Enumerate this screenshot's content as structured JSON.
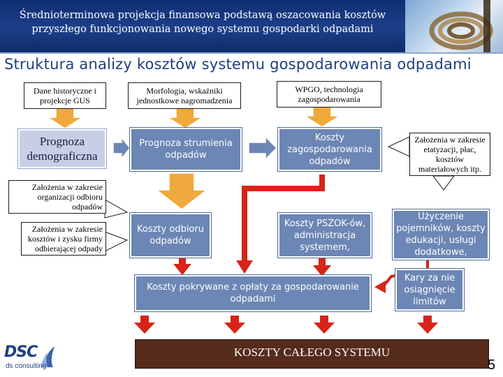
{
  "header": {
    "title_line1": "Średnioterminowa projekcja finansowa podstawą oszacowania kosztów",
    "title_line2": "przyszłego funkcjonowania nowego systemu gospodarki odpadami"
  },
  "main_title": "Struktura analizy kosztów systemu gospodarowania odpadami",
  "inputs": {
    "historical_data": "Dane historyczne i projekcje GUS",
    "morphology": "Morfologia, wskaźniki jednostkowe nagromadzenia",
    "wpgo": "WPGO, technologia zagospodarowania"
  },
  "flow": {
    "demographic": "Prognoza demograficzna",
    "waste_stream": "Prognoza strumienia odpadów",
    "management_costs": "Koszty zagospodarowania odpadów",
    "collection_costs": "Koszty odbioru odpadów",
    "pszok_costs": "Koszty PSZOK-ów, administracja systemem,",
    "fee_covered_costs": "Koszty pokrywane z opłaty za gospodarowanie odpadami",
    "total_cost": "KOSZTY CAŁEGO SYSTEMU"
  },
  "callouts": {
    "staffing": "Założenia w zakresie etatyzacji, płac, kosztów materiałowych itp.",
    "collection_org": "Założenia w zakresie organizacji odbioru odpadów",
    "company_costs": "Założenia w zakresie kosztów i zysku firmy odbierającej odpady",
    "containers": "Użyczenie pojemników, koszty edukacji, usługi dodatkowe,",
    "penalties": "Kary za nie osiągnięcie limitów"
  },
  "logo": {
    "name": "DSC",
    "sub": "ds consulting"
  },
  "page_number": "5",
  "colors": {
    "header_bg": "#1d3f88",
    "blue_box": "#6c86b5",
    "lavender_box": "#c7cfe5",
    "arrow_gold": "#f0a93c",
    "arrow_red": "#d62418",
    "total_bg": "#552b1b"
  }
}
